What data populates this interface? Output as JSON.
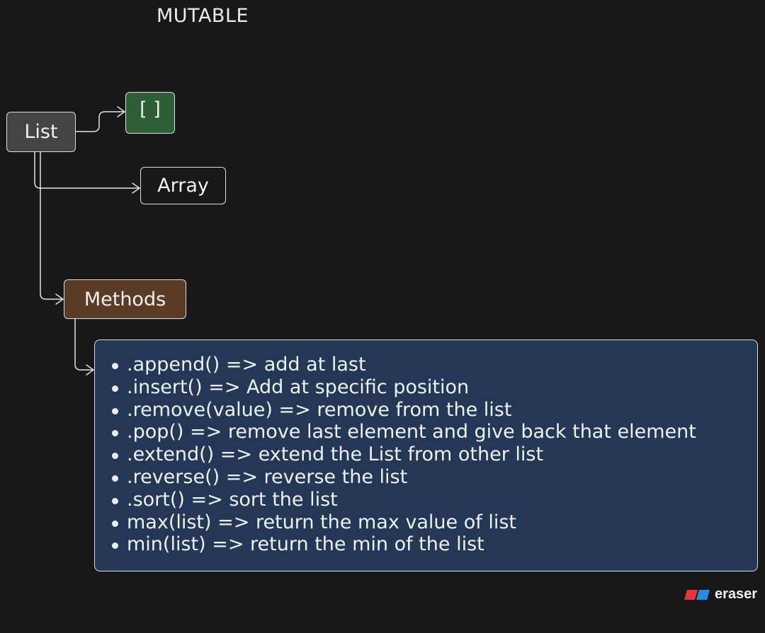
{
  "diagram": {
    "title": "MUTABLE",
    "nodes": {
      "list": "List",
      "brackets": "[ ]",
      "array": "Array",
      "methods": "Methods"
    },
    "methods": [
      ".append() => add at last",
      ".insert() => Add at specific position",
      ".remove(value) => remove from the list",
      ".pop() => remove last element and give back that element",
      ".extend() => extend the List from other list",
      ".reverse() => reverse the list",
      ".sort() => sort the list",
      "max(list) => return the max value of list",
      "min(list) => return the min of the list"
    ]
  },
  "brand": {
    "name": "eraser",
    "colors": {
      "red": "#e8323c",
      "blue": "#1e8fe8"
    }
  },
  "colors": {
    "background": "#181818",
    "list_node": "#444444",
    "brackets_node": "#2d5e35",
    "methods_node": "#5b3a26",
    "methods_box": "#243756",
    "border": "#dcdcdc"
  }
}
